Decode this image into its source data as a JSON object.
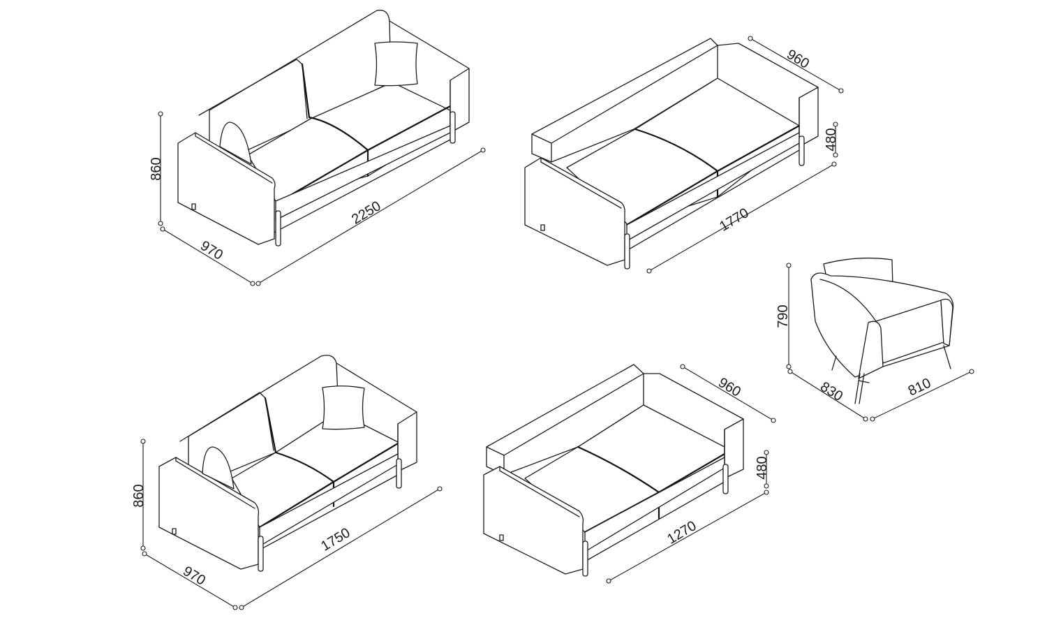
{
  "colors": {
    "line": "#1a1a1a",
    "background": "#ffffff"
  },
  "sofa_3_seat": {
    "height": "860",
    "depth": "970",
    "width": "2250"
  },
  "sofa_bed_3_seat": {
    "depth": "960",
    "seat_height": "480",
    "width": "1770"
  },
  "armchair": {
    "height": "790",
    "depth": "830",
    "width": "810"
  },
  "sofa_2_seat": {
    "height": "860",
    "depth": "970",
    "width": "1750"
  },
  "sofa_bed_2_seat": {
    "depth": "960",
    "seat_height": "480",
    "width": "1270"
  }
}
